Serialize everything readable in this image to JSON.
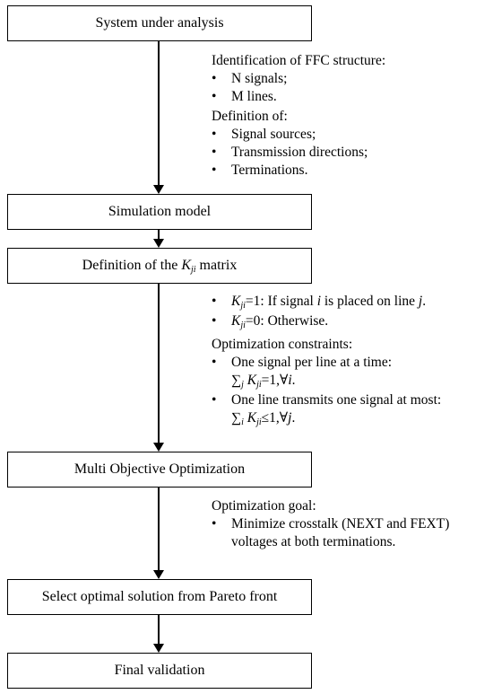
{
  "boxes": {
    "system": "System under analysis",
    "simulation": "Simulation model",
    "definition_prefix": "Definition of the ",
    "definition_symbol": "K",
    "definition_subscript": "ji",
    "definition_suffix": " matrix",
    "moo": "Multi Objective Optimization",
    "select": "Select optimal solution from Pareto front",
    "final": "Final validation"
  },
  "note1": {
    "heading": "Identification of FFC structure:",
    "items": [
      "N signals;",
      "M lines."
    ],
    "heading2": "Definition of:",
    "items2": [
      "Signal sources;",
      "Transmission directions;",
      "Terminations."
    ]
  },
  "note2": {
    "k_symbol": "K",
    "k_sub": "ji",
    "item1_rest": "=1: If signal ",
    "item1_i": "i",
    "item1_mid": " is placed on line ",
    "item1_j": "j",
    "item1_end": ".",
    "item2_rest": "=0: Otherwise.",
    "heading": "Optimization constraints:",
    "c1": "One signal per line at a time:",
    "c1_formula_sum": "∑",
    "c1_formula_sumsub": "j",
    "c1_formula_rest": "=1,∀",
    "c1_formula_var": "i",
    "c1_formula_end": ".",
    "c2": "One line transmits one signal at most:",
    "c2_formula_sum": "∑",
    "c2_formula_sumsub": "i",
    "c2_formula_rest": "≤1,∀",
    "c2_formula_var": "j",
    "c2_formula_end": "."
  },
  "note3": {
    "heading": "Optimization goal:",
    "item1": "Minimize crosstalk (NEXT and FEXT)",
    "item1_cont": "voltages at both terminations."
  }
}
